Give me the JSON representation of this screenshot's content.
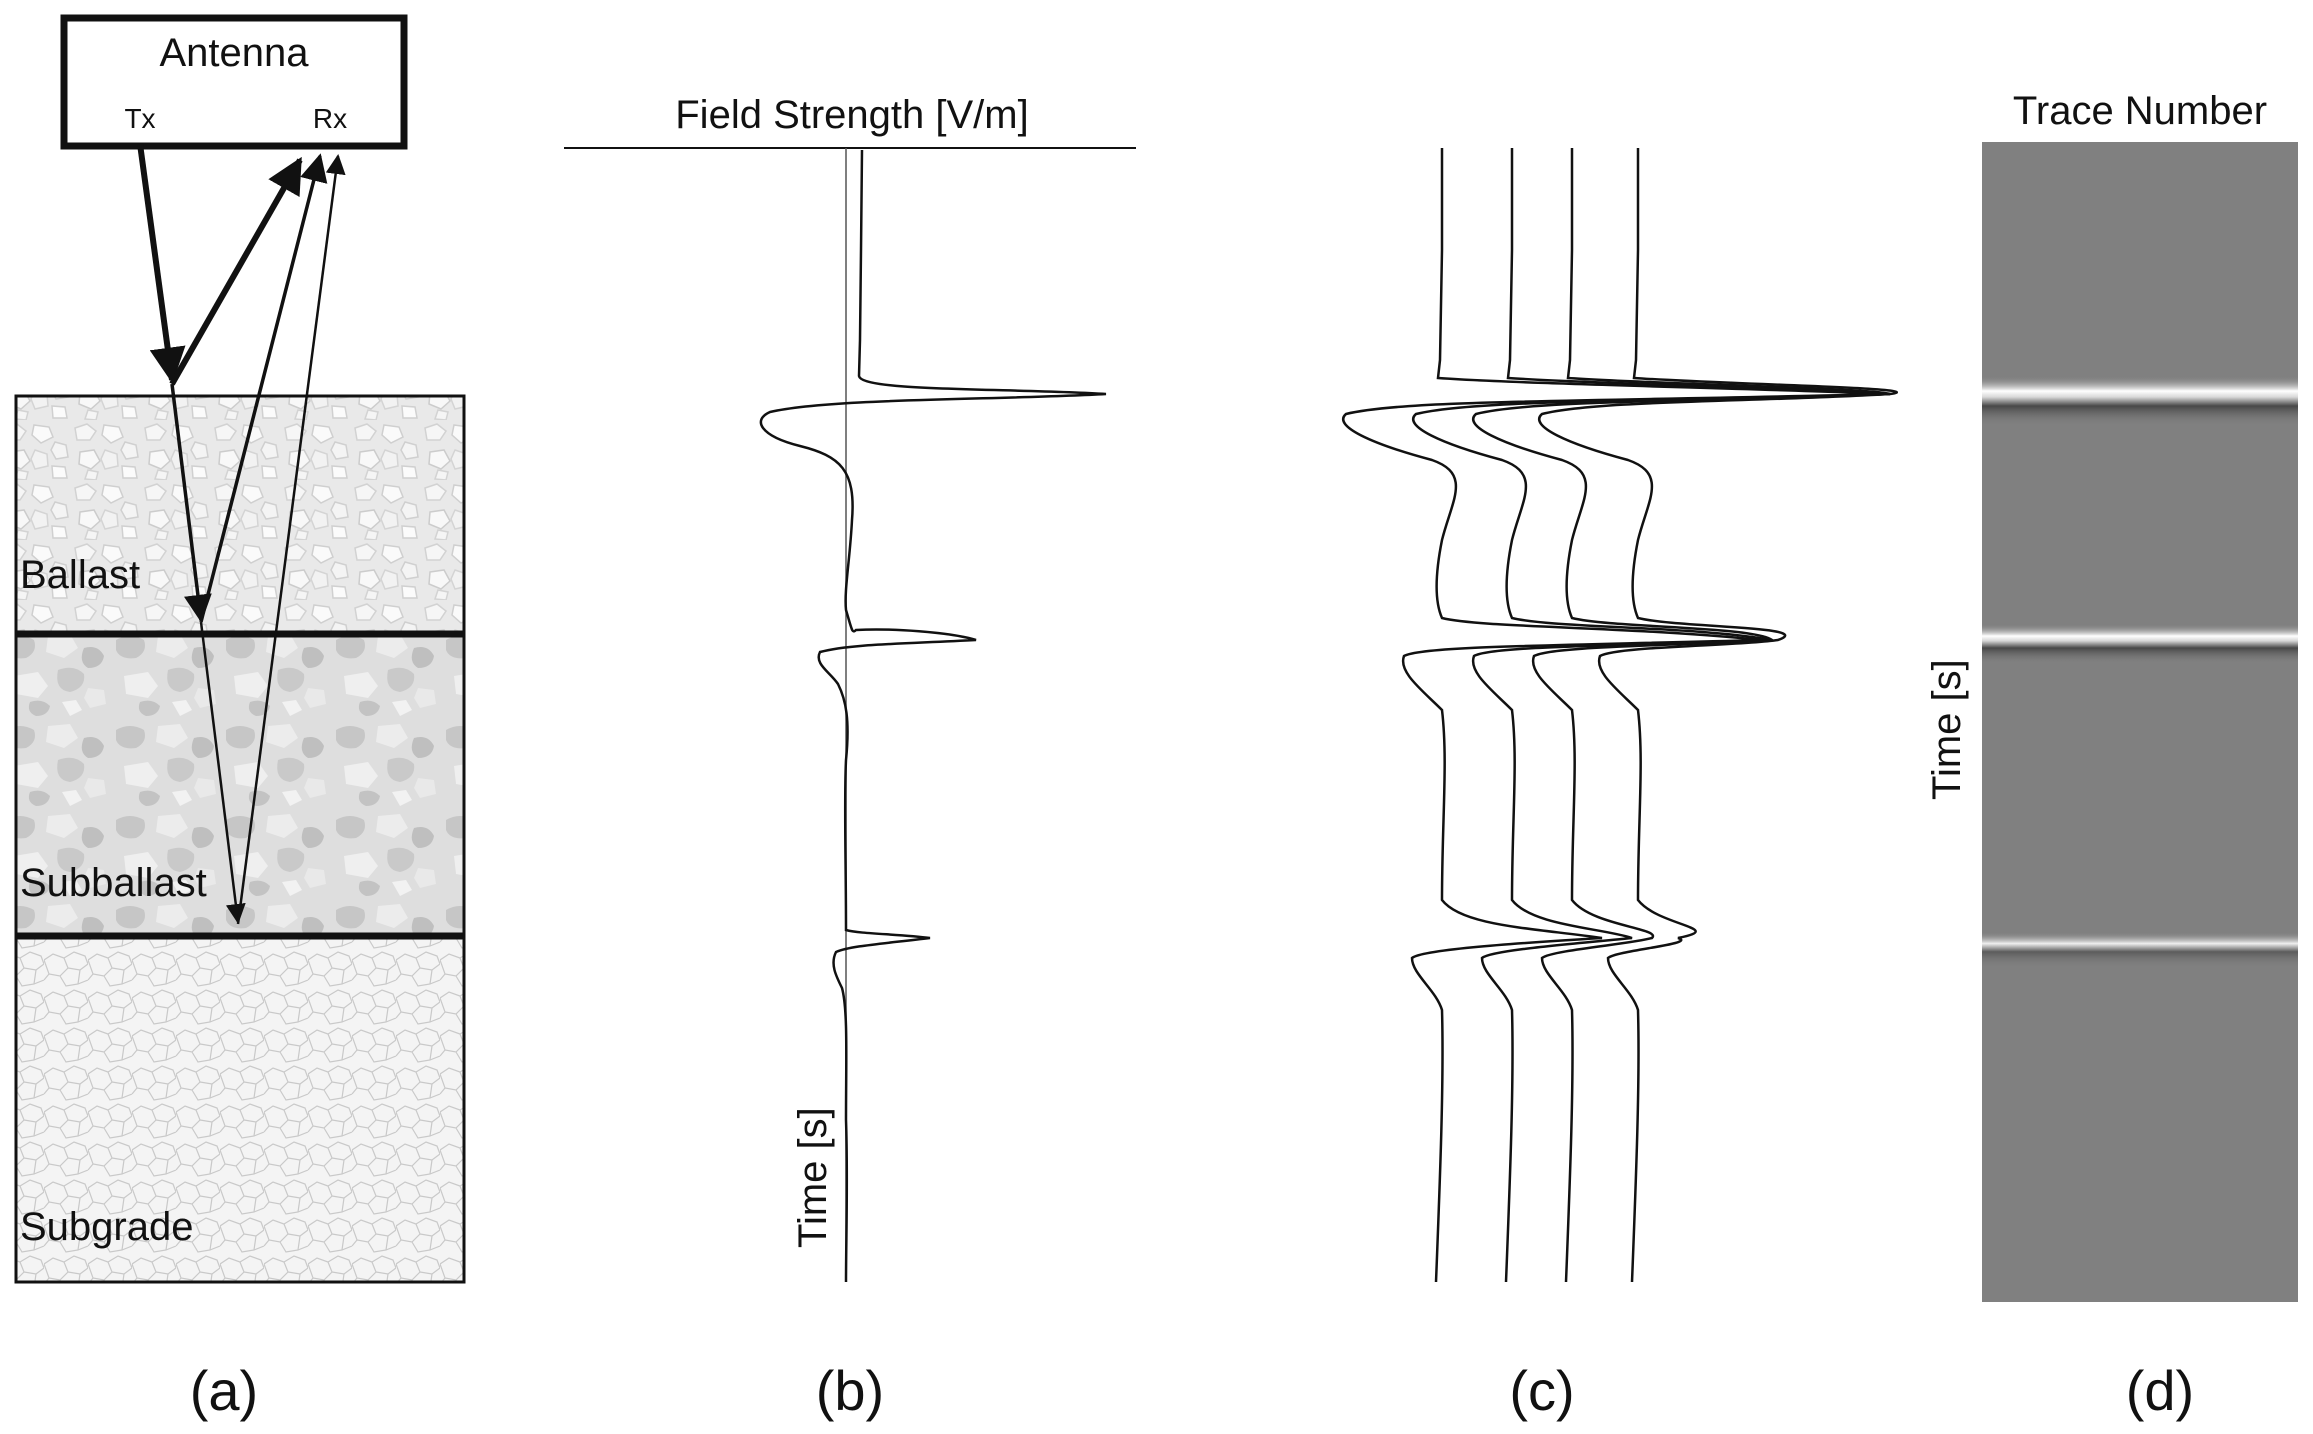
{
  "panel_a": {
    "antenna_title": "Antenna",
    "tx_label": "Tx",
    "rx_label": "Rx",
    "layers": [
      "Ballast",
      "Subballast",
      "Subgrade"
    ],
    "caption": "(a)"
  },
  "panel_b": {
    "top_label": "Field Strength [V/m]",
    "time_label": "Time [s]",
    "caption": "(b)"
  },
  "panel_c": {
    "caption": "(c)"
  },
  "panel_d": {
    "top_label": "Trace Number",
    "time_label": "Time [s]",
    "caption": "(d)"
  },
  "colors": {
    "ink": "#111111",
    "ballast_fill": "#e9e9e9",
    "subballast_fill": "#dcdcdc",
    "subgrade_fill": "#f3f3f3",
    "radargram_bg": "#808080",
    "reflection_light": "#f5f5f5",
    "reflection_dark": "#4a4a4a"
  }
}
